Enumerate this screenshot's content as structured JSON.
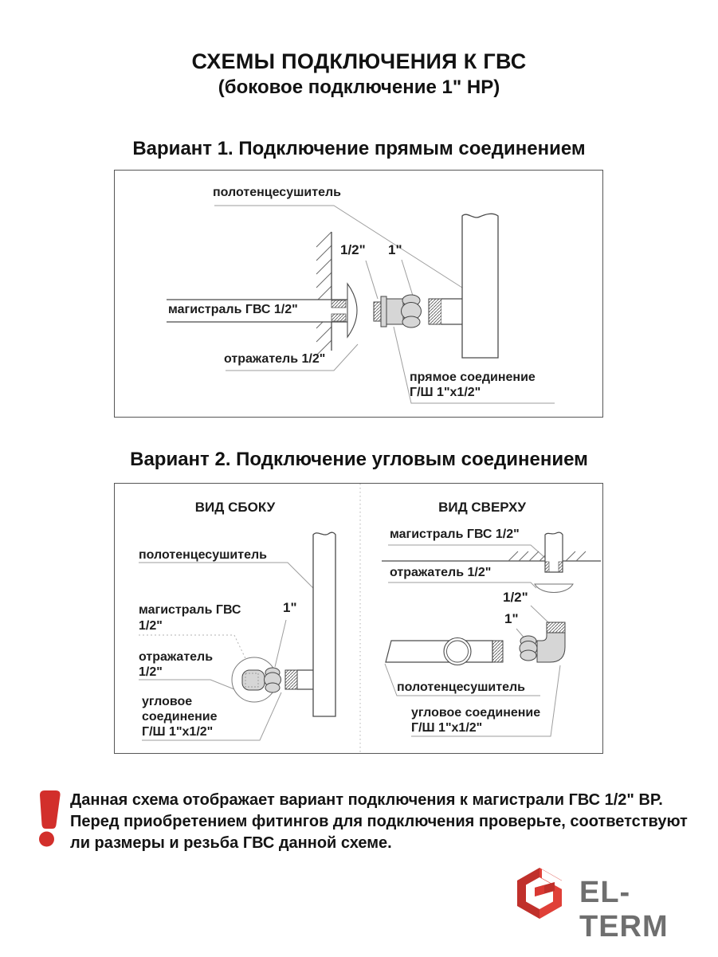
{
  "page": {
    "title_line1": "СХЕМЫ ПОДКЛЮЧЕНИЯ К ГВС",
    "title_line2": "(боковое подключение 1\" НР)"
  },
  "variant1": {
    "heading": "Вариант 1. Подключение прямым соединением",
    "labels": {
      "towel_rail": "полотенцесушитель",
      "size_half": "1/2\"",
      "size_one": "1\"",
      "main_line": "магистраль ГВС 1/2\"",
      "reflector": "отражатель 1/2\"",
      "connection_line1": "прямое соединение",
      "connection_line2": "Г/Ш 1\"х1/2\""
    }
  },
  "variant2": {
    "heading": "Вариант 2. Подключение угловым соединением",
    "side_view": {
      "title": "ВИД СБОКУ",
      "towel_rail": "полотенцесушитель",
      "main_line_line1": "магистраль ГВС",
      "main_line_line2": "1/2\"",
      "size_one": "1\"",
      "reflector_line1": "отражатель",
      "reflector_line2": "1/2\"",
      "connection_line1": "угловое",
      "connection_line2": "соединение",
      "connection_line3": "Г/Ш 1\"х1/2\""
    },
    "top_view": {
      "title": "ВИД СВЕРХУ",
      "main_line": "магистраль ГВС 1/2\"",
      "reflector": "отражатель 1/2\"",
      "size_half": "1/2\"",
      "size_one": "1\"",
      "towel_rail": "полотенцесушитель",
      "connection_line1": "угловое соединение",
      "connection_line2": "Г/Ш 1\"х1/2\""
    }
  },
  "warning": {
    "line1": "Данная схема отображает вариант подключения к магистрали ГВС 1/2\" ВР.",
    "line2": "Перед приобретением фитингов для подключения проверьте, соответствуют",
    "line3": "ли  размеры и резьба ГВС данной схеме."
  },
  "logo": {
    "text": "EL-TERM"
  },
  "colors": {
    "warning_red": "#d22f2b",
    "logo_red_dark": "#c0302b",
    "logo_red_light": "#e04038",
    "logo_text_gray": "#6f6f6f",
    "line_dark": "#4a4a4a",
    "fitting_gray": "#d6d6d6"
  }
}
